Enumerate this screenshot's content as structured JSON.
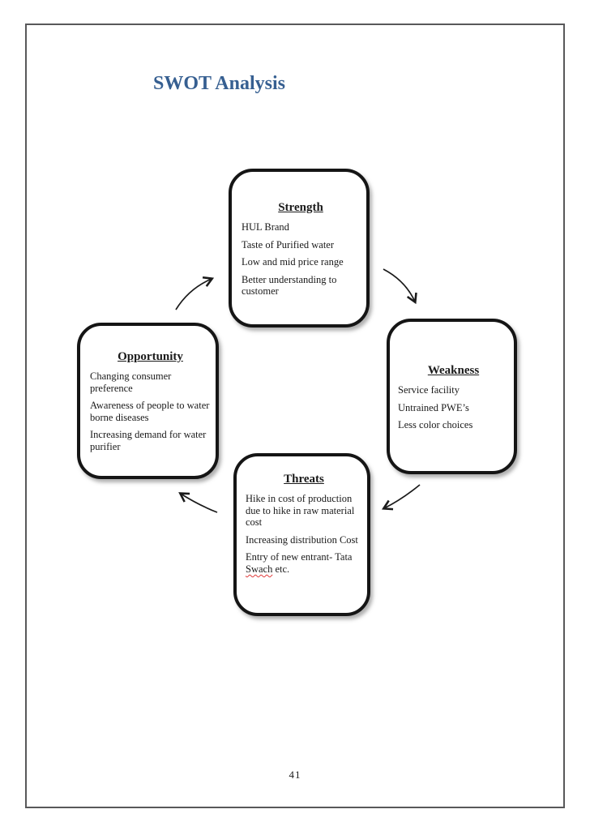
{
  "page": {
    "title": "SWOT Analysis",
    "page_number": "41"
  },
  "colors": {
    "title_text": "#365F91",
    "page_border": "#58585a",
    "box_border": "#151515",
    "box_text": "#1a1a1a",
    "arrow": "#1a1a1a",
    "spellcheck_underline": "#e03a3a"
  },
  "boxes": {
    "strength": {
      "heading": "Strength",
      "items": [
        "HUL Brand",
        "Taste of Purified water",
        "Low and mid price range",
        "Better understanding to customer"
      ]
    },
    "weakness": {
      "heading": "Weakness",
      "items": [
        "Service facility",
        "Untrained PWE’s",
        "Less color choices"
      ]
    },
    "opportunity": {
      "heading": "Opportunity",
      "items": [
        "Changing consumer preference",
        "Awareness of people to water borne diseases",
        "Increasing demand for water purifier"
      ]
    },
    "threats": {
      "heading": "Threats",
      "items": [
        "Hike in cost of production due to hike in raw  material cost",
        "Increasing  distribution Cost"
      ],
      "entrant_item": {
        "prefix": "Entry of new entrant- Tata ",
        "misspelled_word": "Swach",
        "suffix": " etc."
      }
    }
  },
  "diagram": {
    "arrows": [
      {
        "name": "opportunity-to-strength",
        "direction": "up-right"
      },
      {
        "name": "strength-to-weakness",
        "direction": "down-right"
      },
      {
        "name": "weakness-to-threats",
        "direction": "down-left"
      },
      {
        "name": "threats-to-opportunity",
        "direction": "up-left"
      }
    ]
  }
}
